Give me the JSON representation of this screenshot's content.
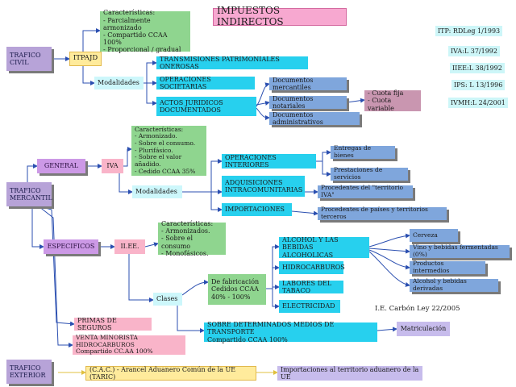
{
  "title": "IMPUESTOS INDIRECTOS",
  "legal_refs": [
    "ITP: RDLeg 1/1993",
    "IVA:L 37/1992",
    "IIEE:L 38/1992",
    "IPS: L 13/1996",
    "IVMH:L 24/2001"
  ],
  "trafico_civil": {
    "label": "TRAFICO\nCIVIL",
    "itpajd": "ITPAJD",
    "caracteristicas": "Características:\n- Parcialmente armonizado\n- Compartido CCAA 100%\n- Proporcional / gradual",
    "modalidades": "Modalidades",
    "mod_items": [
      "TRANSMISIONES PATRIMONIALES ONEROSAS",
      "OPERACIONES SOCIETARIAS",
      "ACTOS JURIDICOS\nDOCUMENTADOS"
    ],
    "documentos": [
      "Documentos mercantiles",
      "Documentos notariales",
      "Documentos administrativos"
    ],
    "cuota": "- Cuota fija\n- Cuota variable"
  },
  "trafico_mercantil": {
    "label": "TRAFICO\nMERCANTIL",
    "general": "GENERAL",
    "iva": "IVA",
    "iva_caracteristicas": "Características:\n- Armonizado.\n- Sobre el consumo.\n- Plurifásico.\n- Sobre el valor añadido.\n- Cedido CCAA 35%",
    "iva_modalidades": "Modalidades",
    "operaciones_interiores": "OPERACIONES INTERIORES",
    "entregas": "Entregas de bienes",
    "prestaciones": "Prestaciones de servicios",
    "adquisiciones": "ADQUISICIONES\nINTRACOMUNITARIAS",
    "procedentes_iva": "Procedentes del \"territorio IVA\"",
    "importaciones": "IMPORTACIONES",
    "procedentes_paises": "Procedentes de países y territorios terceros",
    "especificos": "ESPECIFICOS",
    "iiee": "II.EE.",
    "iiee_caracteristicas": "Características:\n- Armonizados.\n- Sobre el consumo\n- Monofásicos.",
    "clases": "Clases",
    "fabricacion": "De fabricación\nCedidos CCAA\n40% - 100%",
    "fab_items": [
      "ALCOHOL Y LAS\nBEBIDAS ALCOHOLICAS",
      "HIDROCARBUROS",
      "LABORES DEL TABACO",
      "ELECTRICIDAD"
    ],
    "alcohol_items": [
      "Cerveza",
      "Vino y bebidas fermentadas (0%)",
      "Productos intermedios",
      "Alcohol y bebidas derivadas"
    ],
    "ie_ref": "I.E. Carbón Ley 22/2005",
    "transporte": "SOBRE DETERMINADOS MEDIOS DE TRANSPORTE\nCompartido CCAA 100%",
    "matriculacion": "Matriculación",
    "primas": "PRIMAS DE SEGUROS",
    "venta_minorista": "VENTA MINORISTA HIDROCARBUROS\nCompartido CC.AA 100%"
  },
  "trafico_exterior": {
    "label": "TRAFICO\nEXTERIOR",
    "arancel": "(C.A.C.) - Arancel Aduanero Común de la UE (TARIC)",
    "importaciones_ue": "Importaciones al  territorio aduanero de la UE"
  }
}
